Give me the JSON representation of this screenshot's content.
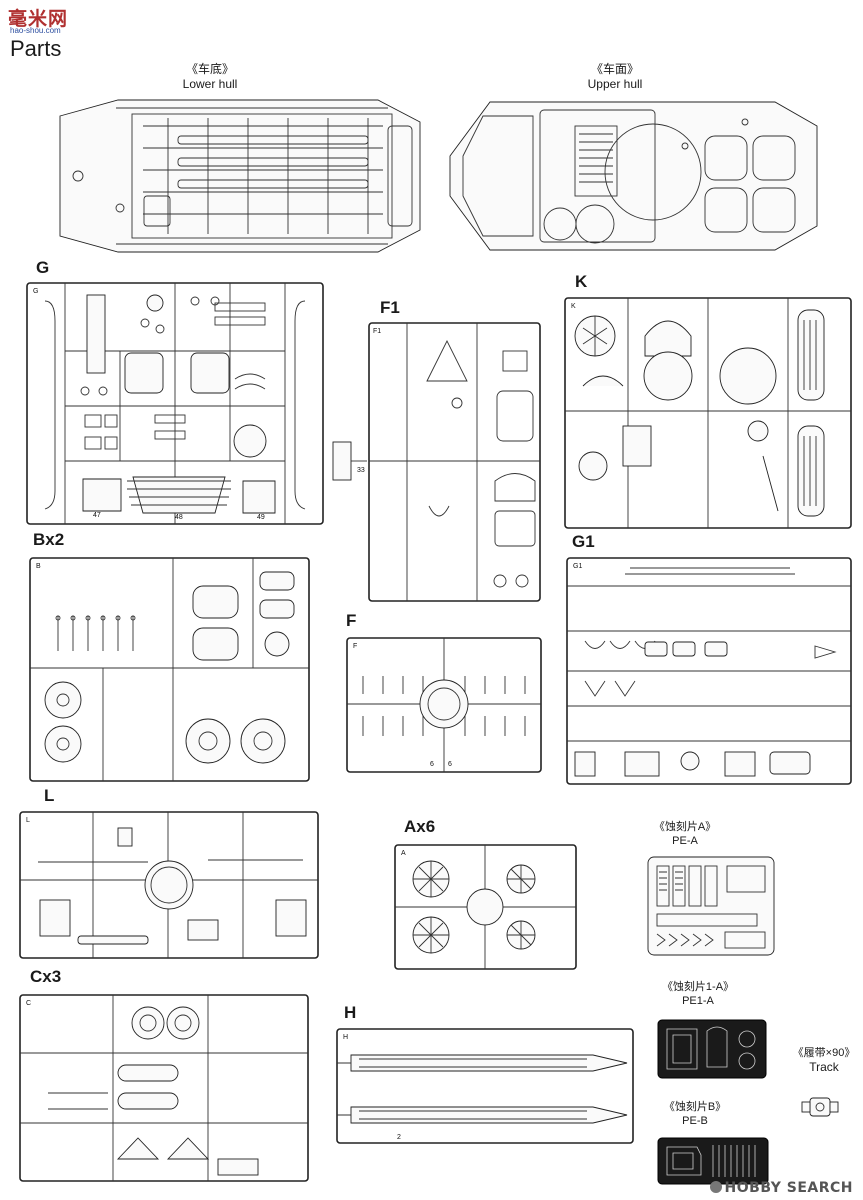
{
  "header": {
    "site_logo": "毫米网",
    "site_url": "hao-shou.com",
    "title": "Parts"
  },
  "hull": {
    "lower_cn": "《车底》",
    "lower_en": "Lower hull",
    "upper_cn": "《车面》",
    "upper_en": "Upper hull"
  },
  "sprues": {
    "G": "G",
    "F1": "F1",
    "K": "K",
    "Bx2": "Bx2",
    "G1": "G1",
    "F": "F",
    "L": "L",
    "Ax6": "Ax6",
    "Cx3": "Cx3",
    "H": "H"
  },
  "photo_etch": {
    "pe_a_cn": "《蚀刻片A》",
    "pe_a_en": "PE-A",
    "pe1_a_cn": "《蚀刻片1-A》",
    "pe1_a_en": "PE1-A",
    "pe_b_cn": "《蚀刻片B》",
    "pe_b_en": "PE-B"
  },
  "track": {
    "cn": "《履带×90》",
    "en": "Track"
  },
  "watermark": "HOBBY SEARCH",
  "colors": {
    "logo": "#b03030",
    "ink": "#1a1a1a",
    "pe_fill": "#1a1a1a"
  }
}
